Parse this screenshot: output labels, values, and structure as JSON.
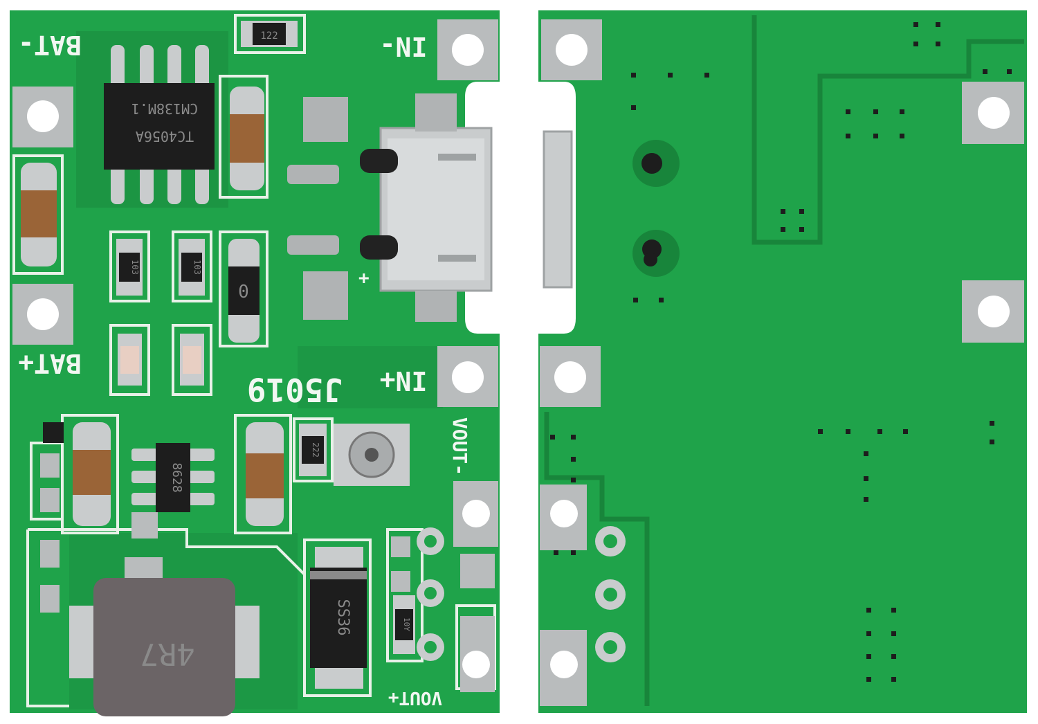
{
  "colors": {
    "pcb": "#1fa34a",
    "pcb_dark": "#18853b",
    "silk": "#f2f7f2",
    "pad": "#b9bcbd",
    "chip": "#1d1d1d",
    "inductor": "#6b6466",
    "ceramic": "#9a6437"
  },
  "front": {
    "labels": {
      "bat_minus": "BAT-",
      "bat_plus": "BAT+",
      "in_minus": "IN-",
      "in_plus": "IN+",
      "vout_minus": "VOUT-",
      "vout_plus": "VOUT+",
      "board_id": "J5019",
      "usb_plus_mark": "+"
    },
    "components": {
      "charger_ic_line1": "TC4056A",
      "charger_ic_line2": "CM138M.1",
      "boost_ic": "8628",
      "resistor_top": "122",
      "resistor_a": "103",
      "resistor_b": "103",
      "resistor_zero": "0",
      "resistor_222": "222",
      "resistor_10y": "10Y",
      "inductor": "4R7",
      "diode": "SS36"
    }
  },
  "back": {
    "icons": [
      "mounting-hole-icon",
      "keyhole-via-icon"
    ]
  }
}
